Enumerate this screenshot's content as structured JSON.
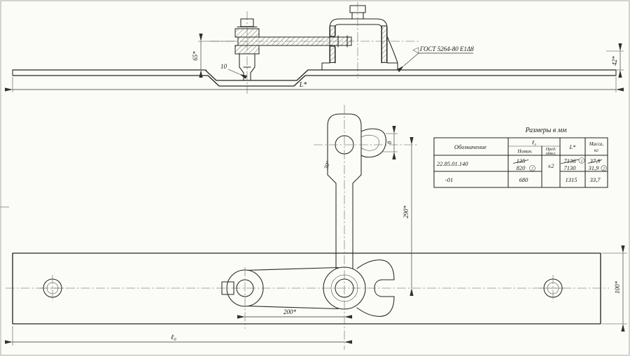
{
  "title_note": "Размеры в мм",
  "weld_note": "ГОСТ 5264-80 Е1Δ8",
  "dimensions": {
    "height_65": "65*",
    "length_L": "L*",
    "height_42": "42*",
    "offset_10": "10",
    "height_290": "290*",
    "spacing_200": "200*",
    "length_l0": "ℓ₀",
    "width_100": "100*",
    "angle_30": "30°",
    "width_8": "8"
  },
  "table": {
    "headers": {
      "designation": "Обозначение",
      "l2": "ℓ₂",
      "nominal": "Номин.",
      "deviation_line1": "Пред.",
      "deviation_line2": "откл.",
      "length": "L*",
      "mass_line1": "Масса,",
      "mass_line2": "кг"
    },
    "rows": [
      {
        "designation": "22.85.01.140",
        "l2_old": "135",
        "l2_new": "820",
        "deviation": "±2",
        "length_old": "7136",
        "length_new": "7130",
        "mass_old": "37,9",
        "mass_new": "31,9",
        "rev_mark": "2"
      },
      {
        "designation": "-01",
        "l2": "680",
        "length": "1315",
        "mass": "33,7"
      }
    ]
  }
}
